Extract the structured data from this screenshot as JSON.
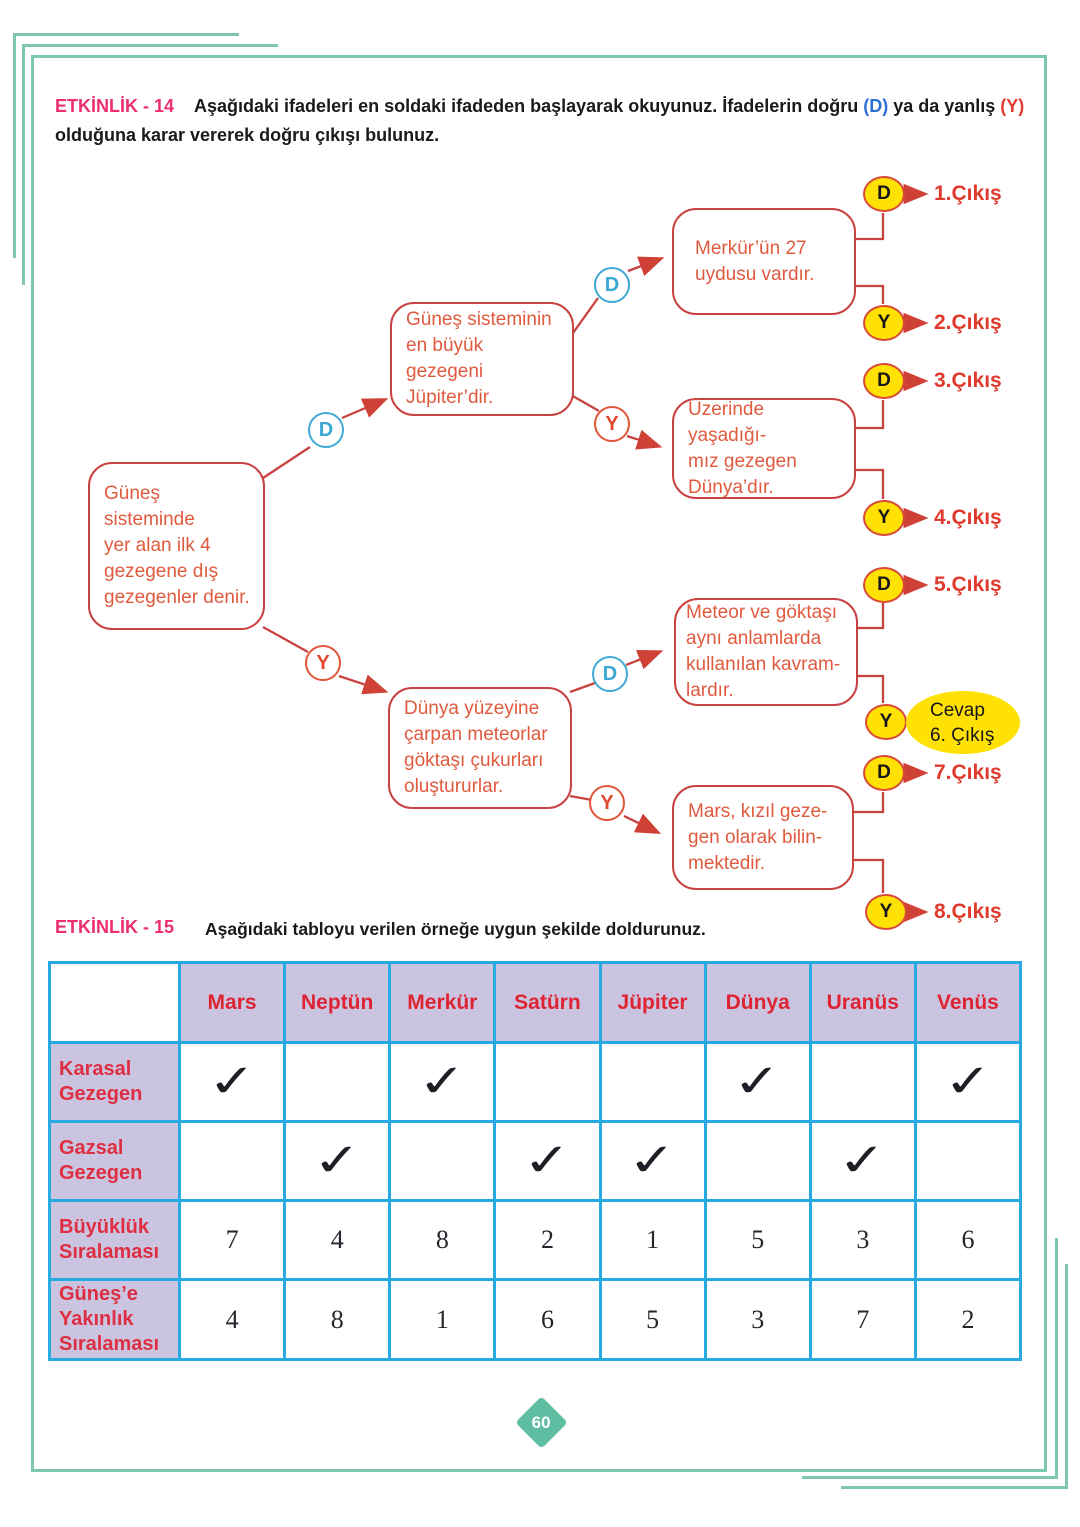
{
  "activity14": {
    "title": "ETKİNLİK - 14",
    "instruction_part1": "Aşağıdaki ifadeleri en soldaki ifadeden başlayarak okuyunuz. İfadelerin doğru ",
    "d_token": "(D)",
    "instruction_part2": " ya da yanlış ",
    "y_token": "(Y)",
    "instruction_part3": " olduğuna karar vererek doğru çıkışı bulunuz.",
    "boxes": {
      "root": "Güneş sisteminde\nyer alan ilk 4\ngezegene dış\ngezegenler denir.",
      "mid_top": "Güneş sisteminin\nen büyük gezegeni\nJüpiter’dir.",
      "mid_bottom": "Dünya yüzeyine\nçarpan meteorlar\ngöktaşı çukurları\noluştururlar.",
      "right1": "Merkür’ün 27\nuydusu vardır.",
      "right2": "Üzerinde yaşadığı-\nmız gezegen\nDünya’dır.",
      "right3": "Meteor ve göktaşı\naynı anlamlarda\nkullanılan kavram-\nlardır.",
      "right4": "Mars, kızıl geze-\ngen olarak bilin-\nmektedir."
    },
    "decisions": [
      {
        "letter": "D"
      },
      {
        "letter": "Y"
      },
      {
        "letter": "D"
      },
      {
        "letter": "Y"
      },
      {
        "letter": "D"
      },
      {
        "letter": "Y"
      }
    ],
    "exits": [
      {
        "letter": "D",
        "label": "1.Çıkış"
      },
      {
        "letter": "Y",
        "label": "2.Çıkış"
      },
      {
        "letter": "D",
        "label": "3.Çıkış"
      },
      {
        "letter": "Y",
        "label": "4.Çıkış"
      },
      {
        "letter": "D",
        "label": "5.Çıkış"
      },
      {
        "letter": "Y",
        "label": ""
      },
      {
        "letter": "D",
        "label": "7.Çıkış"
      },
      {
        "letter": "Y",
        "label": "8.Çıkış"
      }
    ],
    "answer_highlight": "Cevap\n6. Çıkış"
  },
  "activity15": {
    "title": "ETKİNLİK - 15",
    "instruction": "Aşağıdaki tabloyu verilen örneğe uygun şekilde doldurunuz.",
    "table": {
      "columns": [
        "Mars",
        "Neptün",
        "Merkür",
        "Satürn",
        "Jüpiter",
        "Dünya",
        "Uranüs",
        "Venüs"
      ],
      "rows": [
        {
          "label": "Karasal\nGezegen",
          "cells": [
            "✓",
            "",
            "✓",
            "",
            "",
            "✓",
            "",
            "✓"
          ]
        },
        {
          "label": "Gazsal\nGezegen",
          "cells": [
            "",
            "✓",
            "",
            "✓",
            "✓",
            "",
            "✓",
            ""
          ]
        },
        {
          "label": "Büyüklük\nSıralaması",
          "cells": [
            "7",
            "4",
            "8",
            "2",
            "1",
            "5",
            "3",
            "6"
          ]
        },
        {
          "label": "Güneş’e\nYakınlık\nSıralaması",
          "cells": [
            "4",
            "8",
            "1",
            "6",
            "5",
            "3",
            "7",
            "2"
          ]
        }
      ]
    }
  },
  "page": {
    "number": "60"
  },
  "colors": {
    "frame_teal": "#7cc7ae",
    "box_border_red": "#c8433f",
    "box_text_orange": "#e05a3e",
    "decision_blue": "#3fa9d4",
    "decision_red": "#e0492f",
    "exit_fill_yellow": "#ffe104",
    "exit_label_red": "#e03a2c",
    "title_pink": "#ed2f6d",
    "table_border_cyan": "#29a9e1",
    "table_header_lavender": "#cbc4e0",
    "table_label_red": "#de2f42",
    "instruction_d_blue": "#2e6fd6",
    "instruction_y_red": "#e0392e"
  }
}
